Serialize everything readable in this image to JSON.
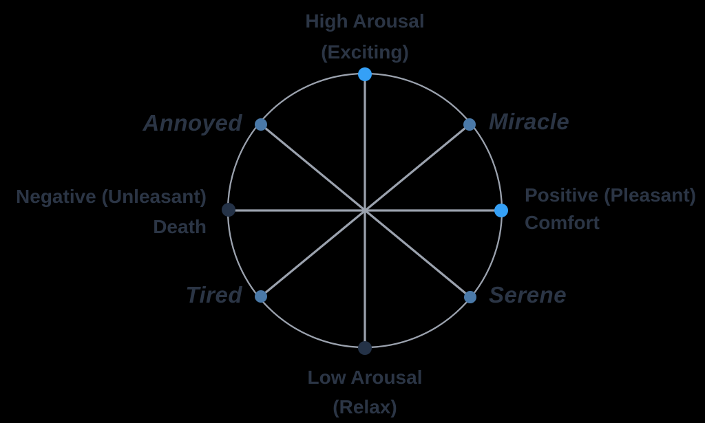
{
  "colors": {
    "background": "#000000",
    "text": "#2b3545",
    "line": "#9ba2ae",
    "dot_bright": "#35a0f6",
    "dot_steel": "#4a79a8",
    "dot_dark": "#243247"
  },
  "axis_labels": {
    "high_arousal": {
      "line1": "High Arousal",
      "line2": "(Exciting)"
    },
    "low_arousal": {
      "line1": "Low Arousal",
      "line2": "(Relax)"
    },
    "negative": {
      "line1": "Negative (Unleasant)",
      "line2": "Death"
    },
    "positive": {
      "line1": "Positive (Pleasant)",
      "line2": "Comfort"
    }
  },
  "emotion_labels": {
    "annoyed": "Annoyed",
    "miracle": "Miracle",
    "tired": "Tired",
    "serene": "Serene"
  }
}
